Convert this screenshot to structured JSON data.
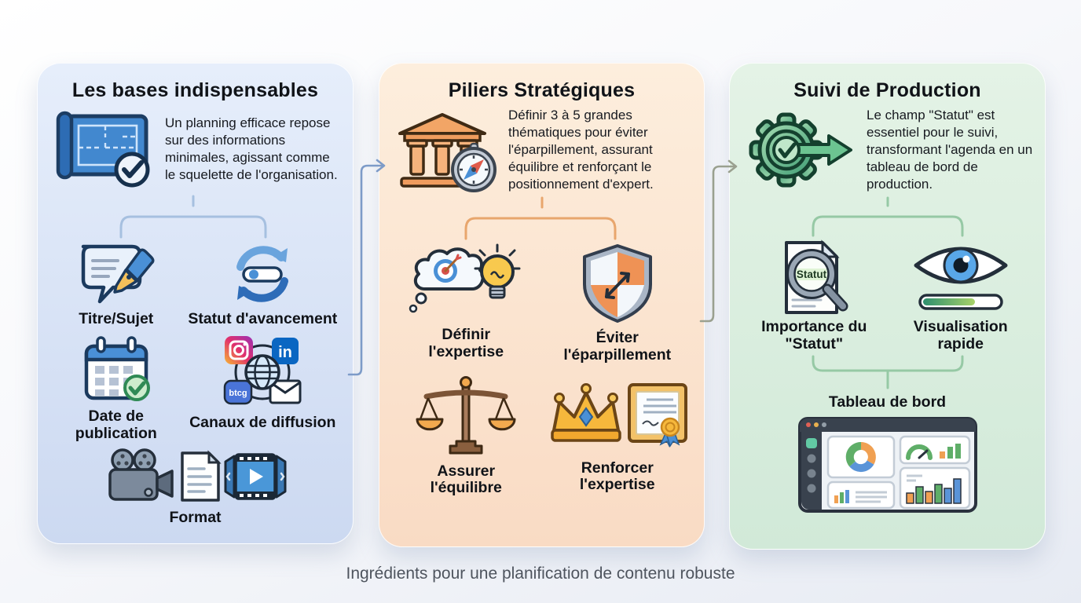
{
  "caption": "Ingrédients pour une planification de contenu robuste",
  "panels": [
    {
      "title": "Les bases indispensables",
      "intro": "Un planning efficace repose sur des informations minimales, agissant comme le squelette de l'organisation.",
      "accent_color": "#a6c0e0",
      "background_color": "#d9e4f7",
      "items": [
        {
          "label": "Titre/Sujet",
          "icon": "speech-bubble-pen"
        },
        {
          "label": "Statut d'avancement",
          "icon": "sync-arrows-toggle"
        },
        {
          "label": "Date de publication",
          "icon": "calendar-check"
        },
        {
          "label": "Canaux de diffusion",
          "icon": "social-channels"
        },
        {
          "label": "Format",
          "icon": "camera-document-filmstrip"
        }
      ],
      "channel_badges": {
        "linkedin": "in",
        "blog": "btcg"
      }
    },
    {
      "title": "Piliers Stratégiques",
      "intro": "Définir 3 à 5 grandes thématiques pour éviter l'éparpillement, assurant équilibre et renforçant le positionnement d'expert.",
      "accent_color": "#e8a66d",
      "background_color": "#fbe4d0",
      "items": [
        {
          "label": "Définir l'expertise",
          "icon": "thought-target-lightbulb"
        },
        {
          "label": "Éviter l'éparpillement",
          "icon": "shield-arrows"
        },
        {
          "label": "Assurer l'équilibre",
          "icon": "balance-scale"
        },
        {
          "label": "Renforcer l'expertise",
          "icon": "crown-certificate"
        }
      ]
    },
    {
      "title": "Suivi de Production",
      "intro": "Le champ \"Statut\" est essentiel pour le suivi, transformant l'agenda en un tableau de bord de production.",
      "accent_color": "#96c9a5",
      "background_color": "#dbeede",
      "items": [
        {
          "label": "Importance du \"Statut\"",
          "icon": "document-magnifier",
          "badge": "Statut"
        },
        {
          "label": "Visualisation rapide",
          "icon": "eye-progress"
        },
        {
          "label": "Tableau de bord",
          "icon": "dashboard-window"
        }
      ]
    }
  ]
}
